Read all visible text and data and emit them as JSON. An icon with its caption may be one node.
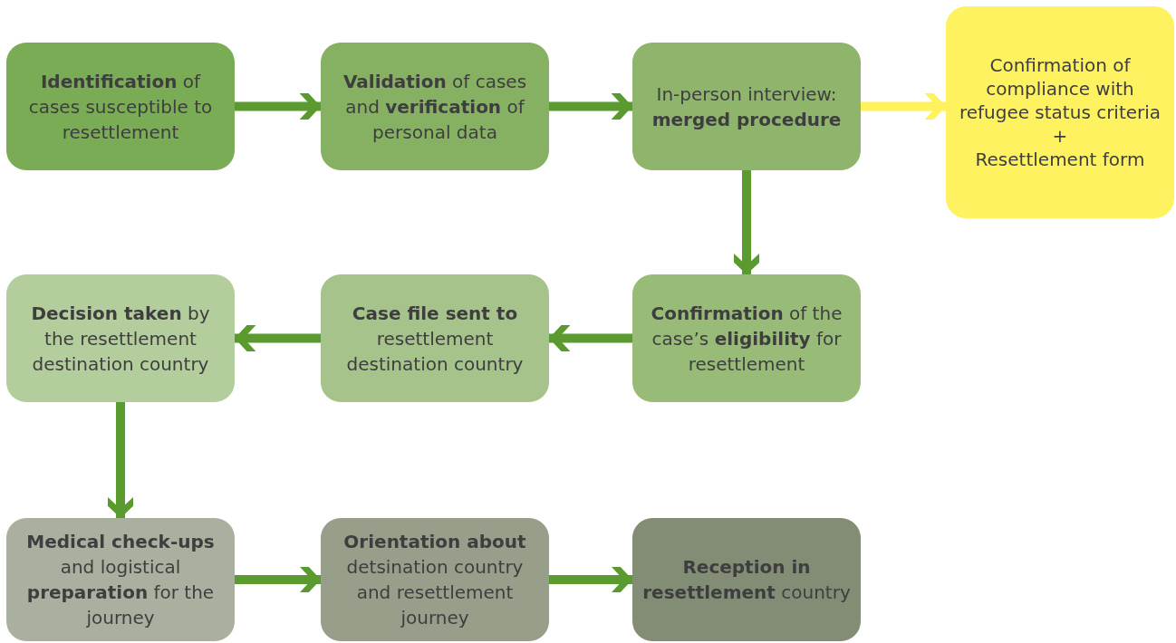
{
  "diagram": {
    "nodes": [
      {
        "text": [
          "**Identification** of cases susceptible to resettlement"
        ]
      },
      {
        "text": [
          "**Validation** of cases and **verification** of personal data"
        ]
      },
      {
        "text": [
          "In-person interview: **merged procedure**"
        ]
      },
      {
        "text": [
          "Confirmation of compliance with refugee status criteria",
          "+",
          "Resettlement form"
        ]
      },
      {
        "text": [
          "**Decision taken** by the resettlement destination country"
        ]
      },
      {
        "text": [
          "**Case file sent to** resettlement destination country"
        ]
      },
      {
        "text": [
          "**Confirmation** of the case’s **eligibility** for resettlement"
        ]
      },
      {
        "text": [
          "**Medical check-ups** and logistical **preparation** for the journey"
        ]
      },
      {
        "text": [
          "**Orientation about** detsination country and resettlement journey"
        ]
      },
      {
        "text": [
          "**Reception in resettlement** country"
        ]
      }
    ],
    "edges": [
      {
        "from": 0,
        "to": 1,
        "arrow": "to"
      },
      {
        "from": 1,
        "to": 2,
        "arrow": "to"
      },
      {
        "from": 2,
        "to": 3,
        "arrow": "to",
        "color": "#fff25a"
      },
      {
        "from": 2,
        "to": 6,
        "arrow": "to"
      },
      {
        "from": 6,
        "to": 5,
        "arrow": "to"
      },
      {
        "from": 5,
        "to": 4,
        "arrow": "to"
      },
      {
        "from": 4,
        "to": 7,
        "arrow": "to"
      },
      {
        "from": 7,
        "to": 8,
        "arrow": "to"
      },
      {
        "from": 8,
        "to": 9,
        "arrow": "to"
      }
    ]
  }
}
